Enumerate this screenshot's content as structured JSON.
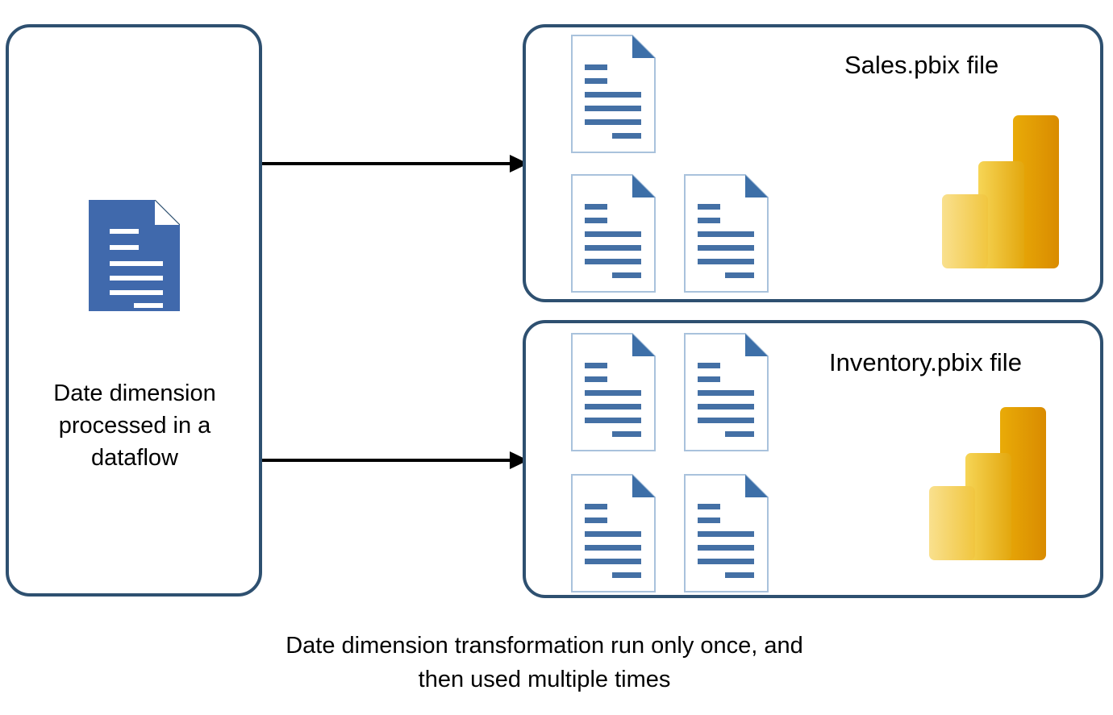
{
  "diagram": {
    "title_caption": "Date dimension transformation run only once, and then used multiple times",
    "source": {
      "label": "Date dimension processed in a dataflow",
      "icon": "blue-document-icon"
    },
    "arrows": [
      {
        "name": "arrow-to-sales",
        "from": "source",
        "to": "sales-panel"
      },
      {
        "name": "arrow-to-inventory",
        "from": "source",
        "to": "inventory-panel"
      }
    ],
    "panels": [
      {
        "id": "sales",
        "title": "Sales.pbix file",
        "document_count": 3,
        "logo": "power-bi-logo",
        "documents": [
          {
            "name": "document-icon-1"
          },
          {
            "name": "document-icon-2"
          },
          {
            "name": "document-icon-3"
          }
        ]
      },
      {
        "id": "inventory",
        "title": "Inventory.pbix file",
        "document_count": 4,
        "logo": "power-bi-logo",
        "documents": [
          {
            "name": "document-icon-1"
          },
          {
            "name": "document-icon-2"
          },
          {
            "name": "document-icon-3"
          },
          {
            "name": "document-icon-4"
          }
        ]
      }
    ]
  },
  "colors": {
    "panel_border": "#2E5070",
    "document_blue": "#4069AC",
    "document_line": "#4470A5",
    "document_border": "#A9C2DC",
    "arrow": "#000000",
    "powerbi_light": "#F5D471",
    "powerbi_mid": "#EEBB1E",
    "powerbi_dark": "#E09B00",
    "text": "#000000"
  }
}
